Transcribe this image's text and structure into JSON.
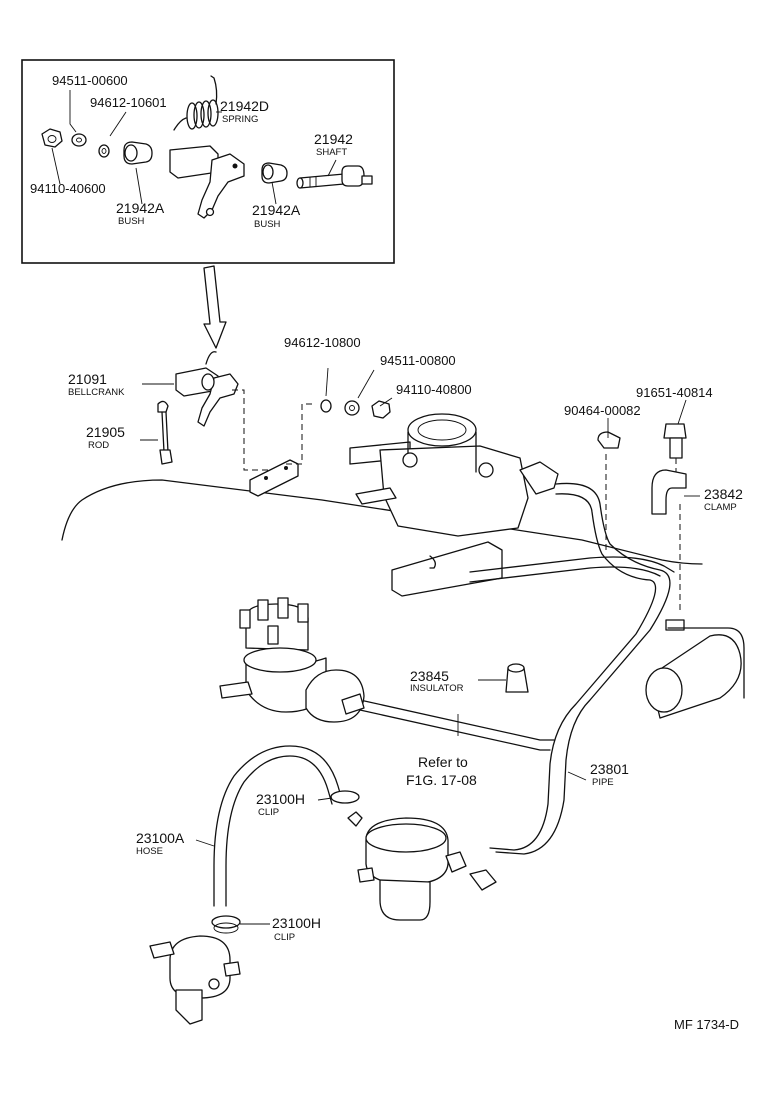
{
  "labels": {
    "p94511_00600": "94511-00600",
    "p94612_10601": "94612-10601",
    "p21942D": "21942D",
    "spring": "SPRING",
    "p21942": "21942",
    "shaft": "SHAFT",
    "p94110_40600": "94110-40600",
    "p21942A_1": "21942A",
    "bush_1": "BUSH",
    "p21942A_2": "21942A",
    "bush_2": "BUSH",
    "p94612_10800": "94612-10800",
    "p94511_00800": "94511-00800",
    "p94110_40800": "94110-40800",
    "p21091": "21091",
    "bellcrank": "BELLCRANK",
    "p21905": "21905",
    "rod": "ROD",
    "p90464_00082": "90464-00082",
    "p91651_40814": "91651-40814",
    "p23842": "23842",
    "clamp": "CLAMP",
    "p23845": "23845",
    "insulator": "INSULATOR",
    "refer_1": "Refer to",
    "refer_2": "F1G. 17-08",
    "p23801": "23801",
    "pipe": "PIPE",
    "p23100H_1": "23100H",
    "clip_1": "CLIP",
    "p23100A": "23100A",
    "hose": "HOSE",
    "p23100H_2": "23100H",
    "clip_2": "CLIP",
    "footer": "MF  1734-D"
  }
}
